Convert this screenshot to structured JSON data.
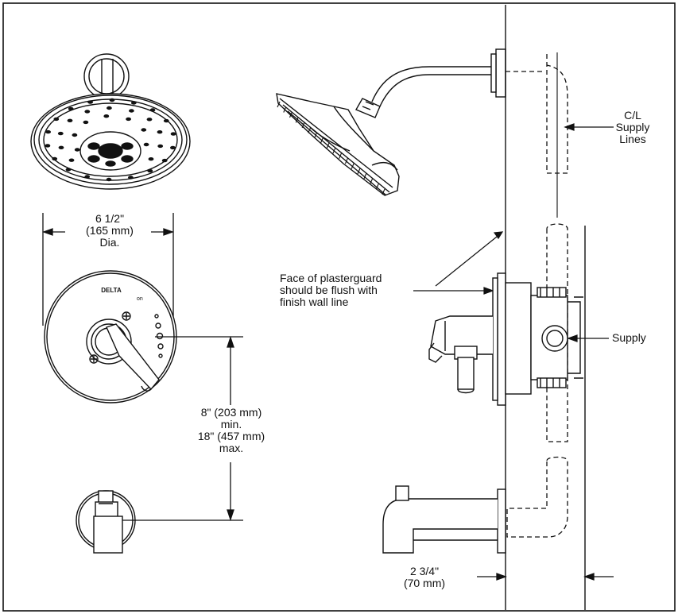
{
  "dimensions": {
    "diameter": [
      "6 1/2\"",
      "(165 mm)",
      "Dia."
    ],
    "height": [
      "8\" (203 mm)",
      "min.",
      "18\" (457 mm)",
      "max."
    ],
    "setback": [
      "2 3/4\"",
      "(70 mm)"
    ]
  },
  "callouts": {
    "supply_lines": [
      "C/L",
      "Supply",
      "Lines"
    ],
    "plasterguard": [
      "Face of plasterguard",
      "should be flush with",
      "finish wall line"
    ],
    "supply": "Supply"
  },
  "trim_markings": {
    "brand": "DELTA",
    "on": "on"
  }
}
